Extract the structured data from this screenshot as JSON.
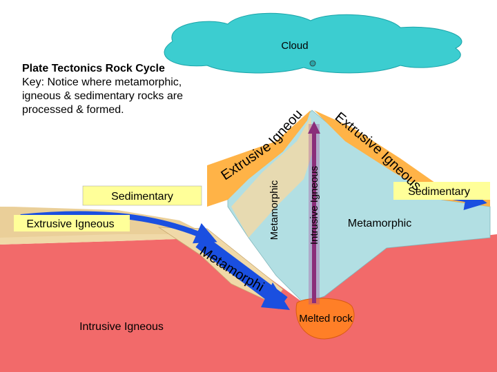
{
  "title": "Plate Tectonics Rock Cycle",
  "key_label": "Key",
  "key_text": ": Notice where metamorphic, igneous & sedimentary rocks are processed & formed.",
  "labels": {
    "cloud": "Cloud",
    "sedimentary_left": "Sedimentary",
    "extrusive_left": "Extrusive Igneous",
    "intrusive_bottom": "Intrusive Igneous",
    "metamorphic_vertical": "Metamorphic",
    "intrusive_vertical": "Intrusive Igneous",
    "metamorphic_right": "Metamorphic",
    "sedimentary_right": "Sedimentary",
    "melted_rock": "Melted rock",
    "extrusive_curve_left": "Extrusive Igneous",
    "extrusive_curve_right": "Extrusive Igneous",
    "metamorphic_curve": "Metamorphic"
  },
  "colors": {
    "mantle": "#f26a6a",
    "mountain": "#b2dfe3",
    "sky_cloud": "#3ccdd0",
    "orange_flow": "#ffb347",
    "tan_flow": "#f0d9a8",
    "melt": "#ff7f27",
    "arrow_blue": "#1a4fe0",
    "magma_arrow": "#8a2e7a",
    "label_box": "#ffff99"
  }
}
